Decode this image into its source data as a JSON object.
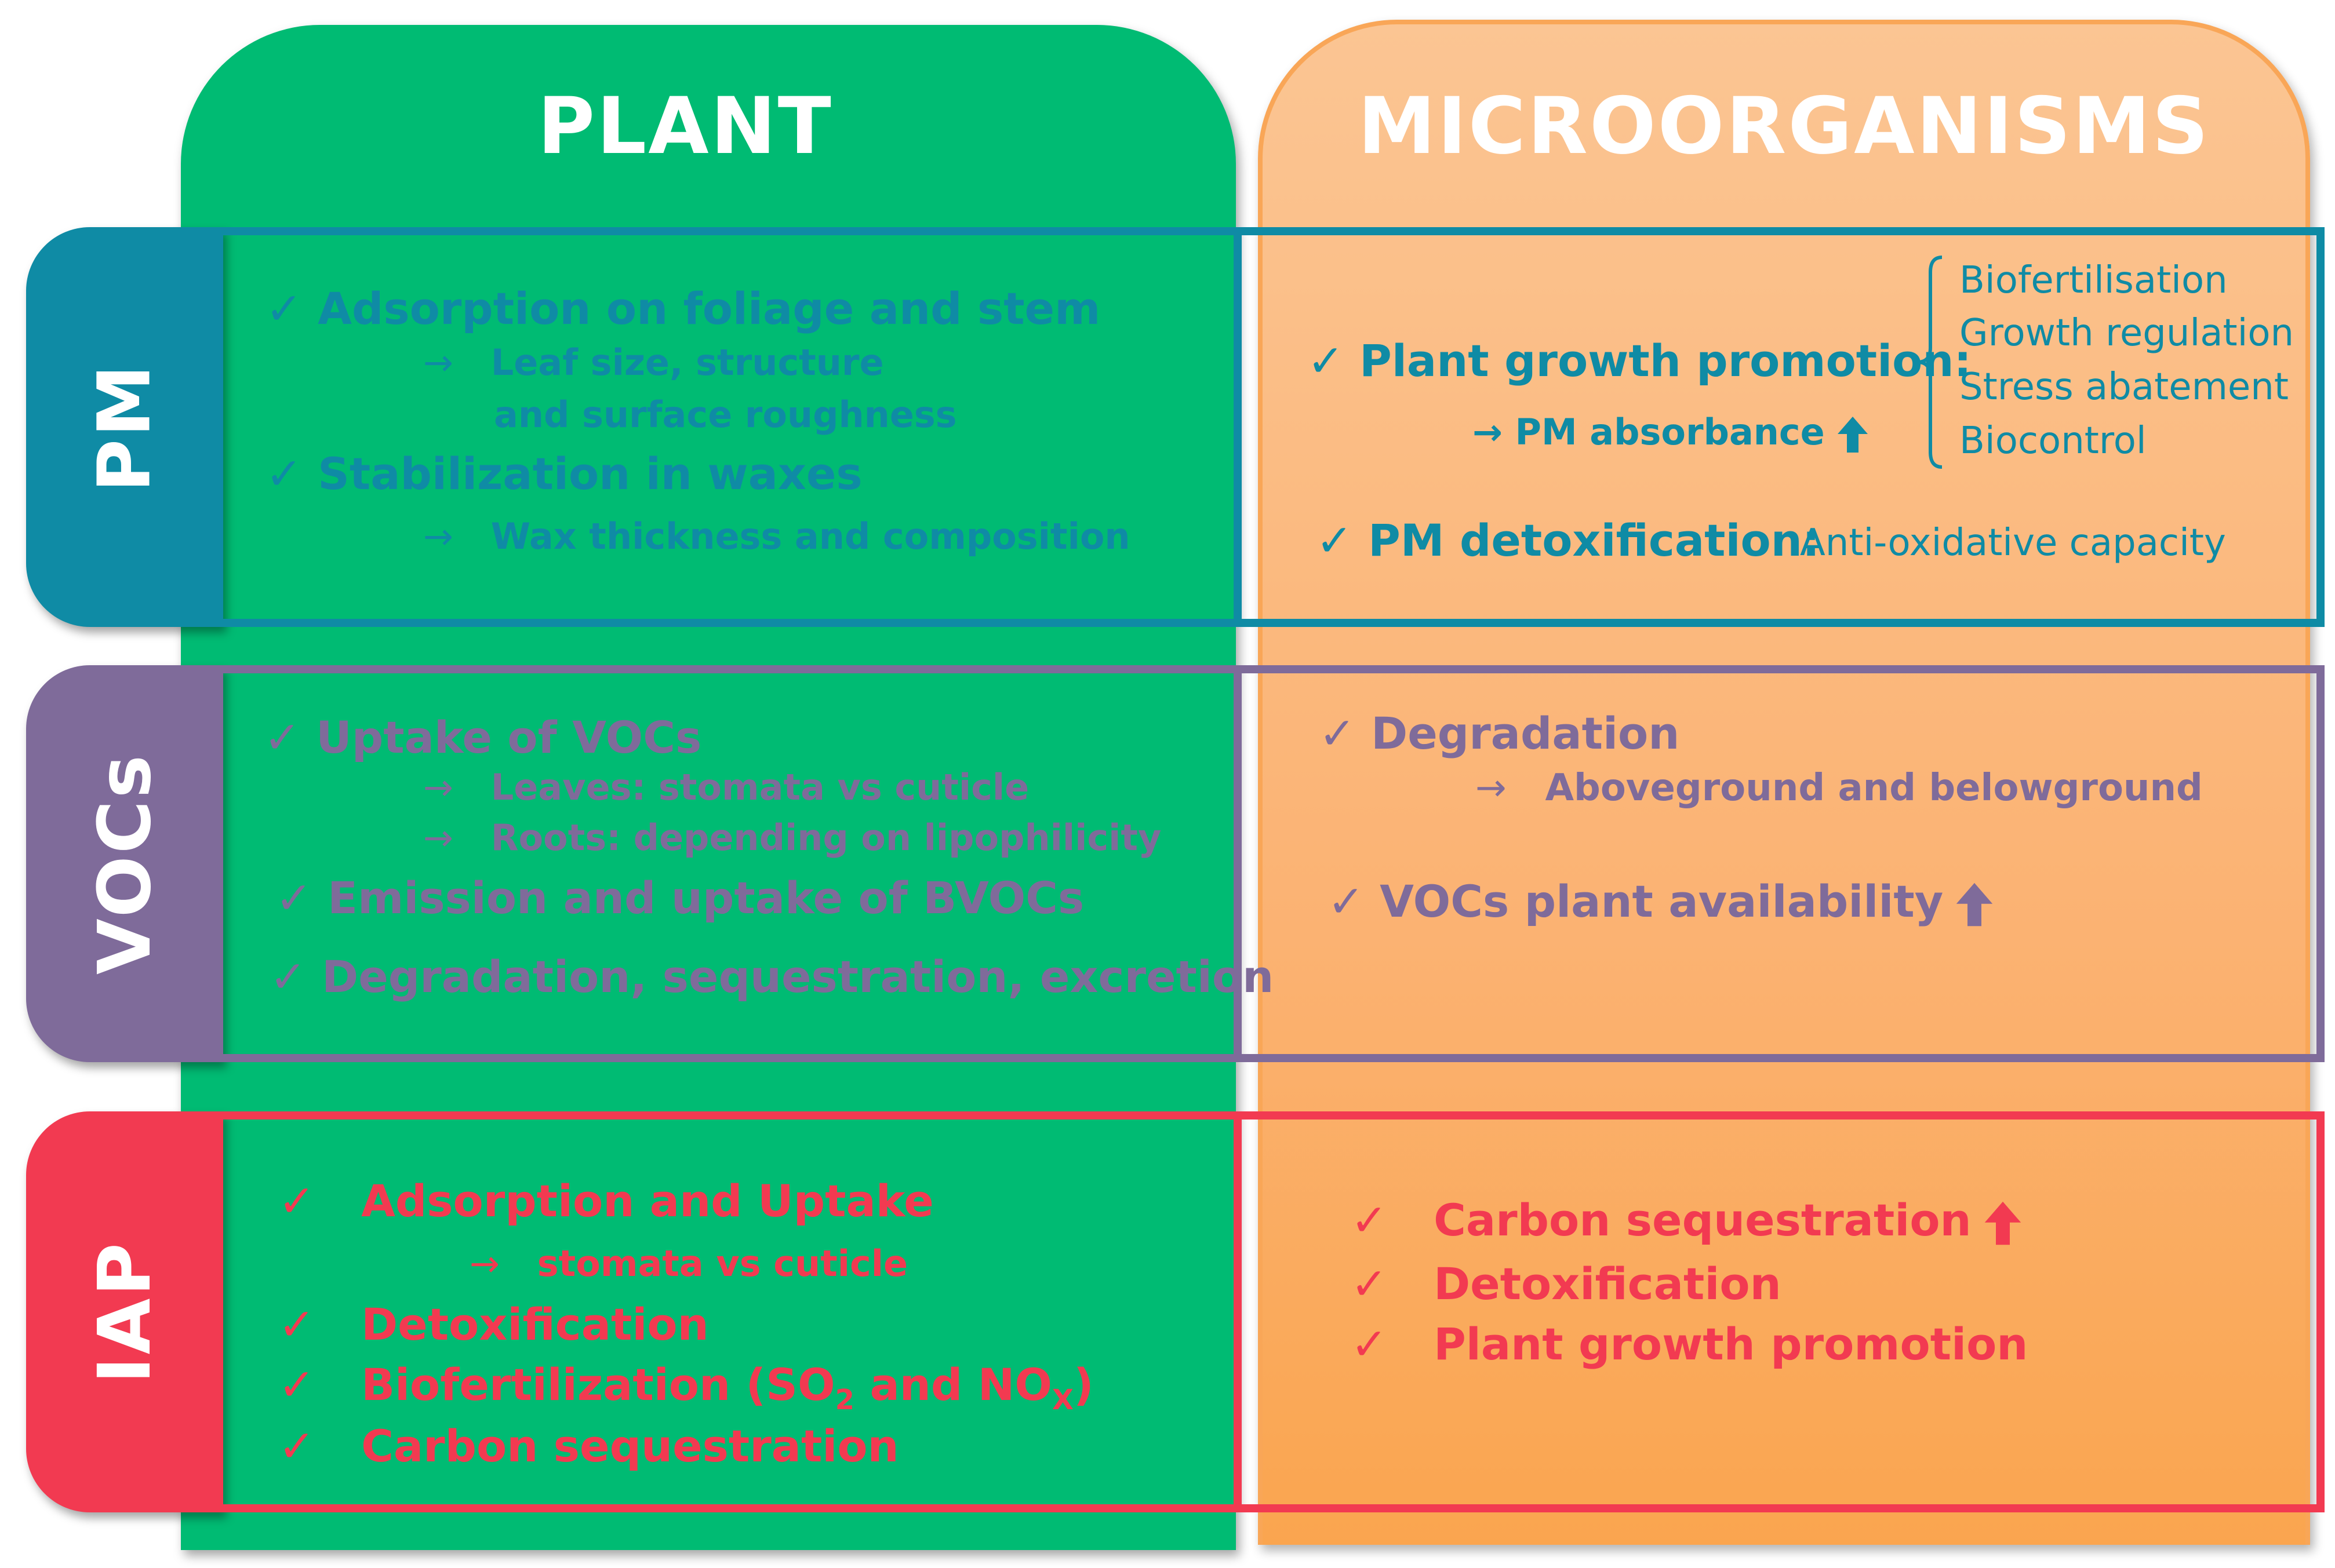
{
  "columns": {
    "plant": "PLANT",
    "micro": "MICROORGANISMS"
  },
  "rows": {
    "pm": {
      "tab": "PM",
      "plant": {
        "item1": "Adsorption on foliage and stem",
        "sub1a": "Leaf size, structure",
        "sub1b": "and surface roughness",
        "item2": "Stabilization in waxes",
        "sub2": "Wax thickness and composition"
      },
      "micro": {
        "item1": "Plant growth promotion:",
        "sub1": "PM absorbance",
        "list": [
          "Biofertilisation",
          "Growth regulation",
          "Stress abatement",
          "Biocontrol"
        ],
        "item2": "PM detoxification:",
        "item2_note": "Anti-oxidative capacity"
      }
    },
    "vocs": {
      "tab": "VOCs",
      "plant": {
        "item1": "Uptake of VOCs",
        "sub1a": "Leaves: stomata vs cuticle",
        "sub1b": "Roots: depending on lipophilicity",
        "item2": "Emission and uptake of BVOCs",
        "item3": "Degradation, sequestration, excretion"
      },
      "micro": {
        "item1": "Degradation",
        "sub1": "Aboveground and belowground",
        "item2": "VOCs plant availability"
      }
    },
    "iap": {
      "tab": "IAP",
      "plant": {
        "item1": "Adsorption and Uptake",
        "sub1": "stomata vs cuticle",
        "item2": "Detoxification",
        "item3_a": "Biofertilization (SO",
        "item3_sub1": "2",
        "item3_b": " and NO",
        "item3_sub2": "X",
        "item3_c": ")",
        "item4": "Carbon sequestration"
      },
      "micro": {
        "item1": "Carbon sequestration",
        "item2": "Detoxification",
        "item3": "Plant growth promotion"
      }
    }
  },
  "symbols": {
    "check": "✓",
    "arrow": "→"
  },
  "colors": {
    "plant_green": "#00bb73",
    "micro_orange": "#fbb272",
    "pm": "#0f8ba5",
    "vocs": "#7f6b9a",
    "iap": "#f23a51"
  }
}
